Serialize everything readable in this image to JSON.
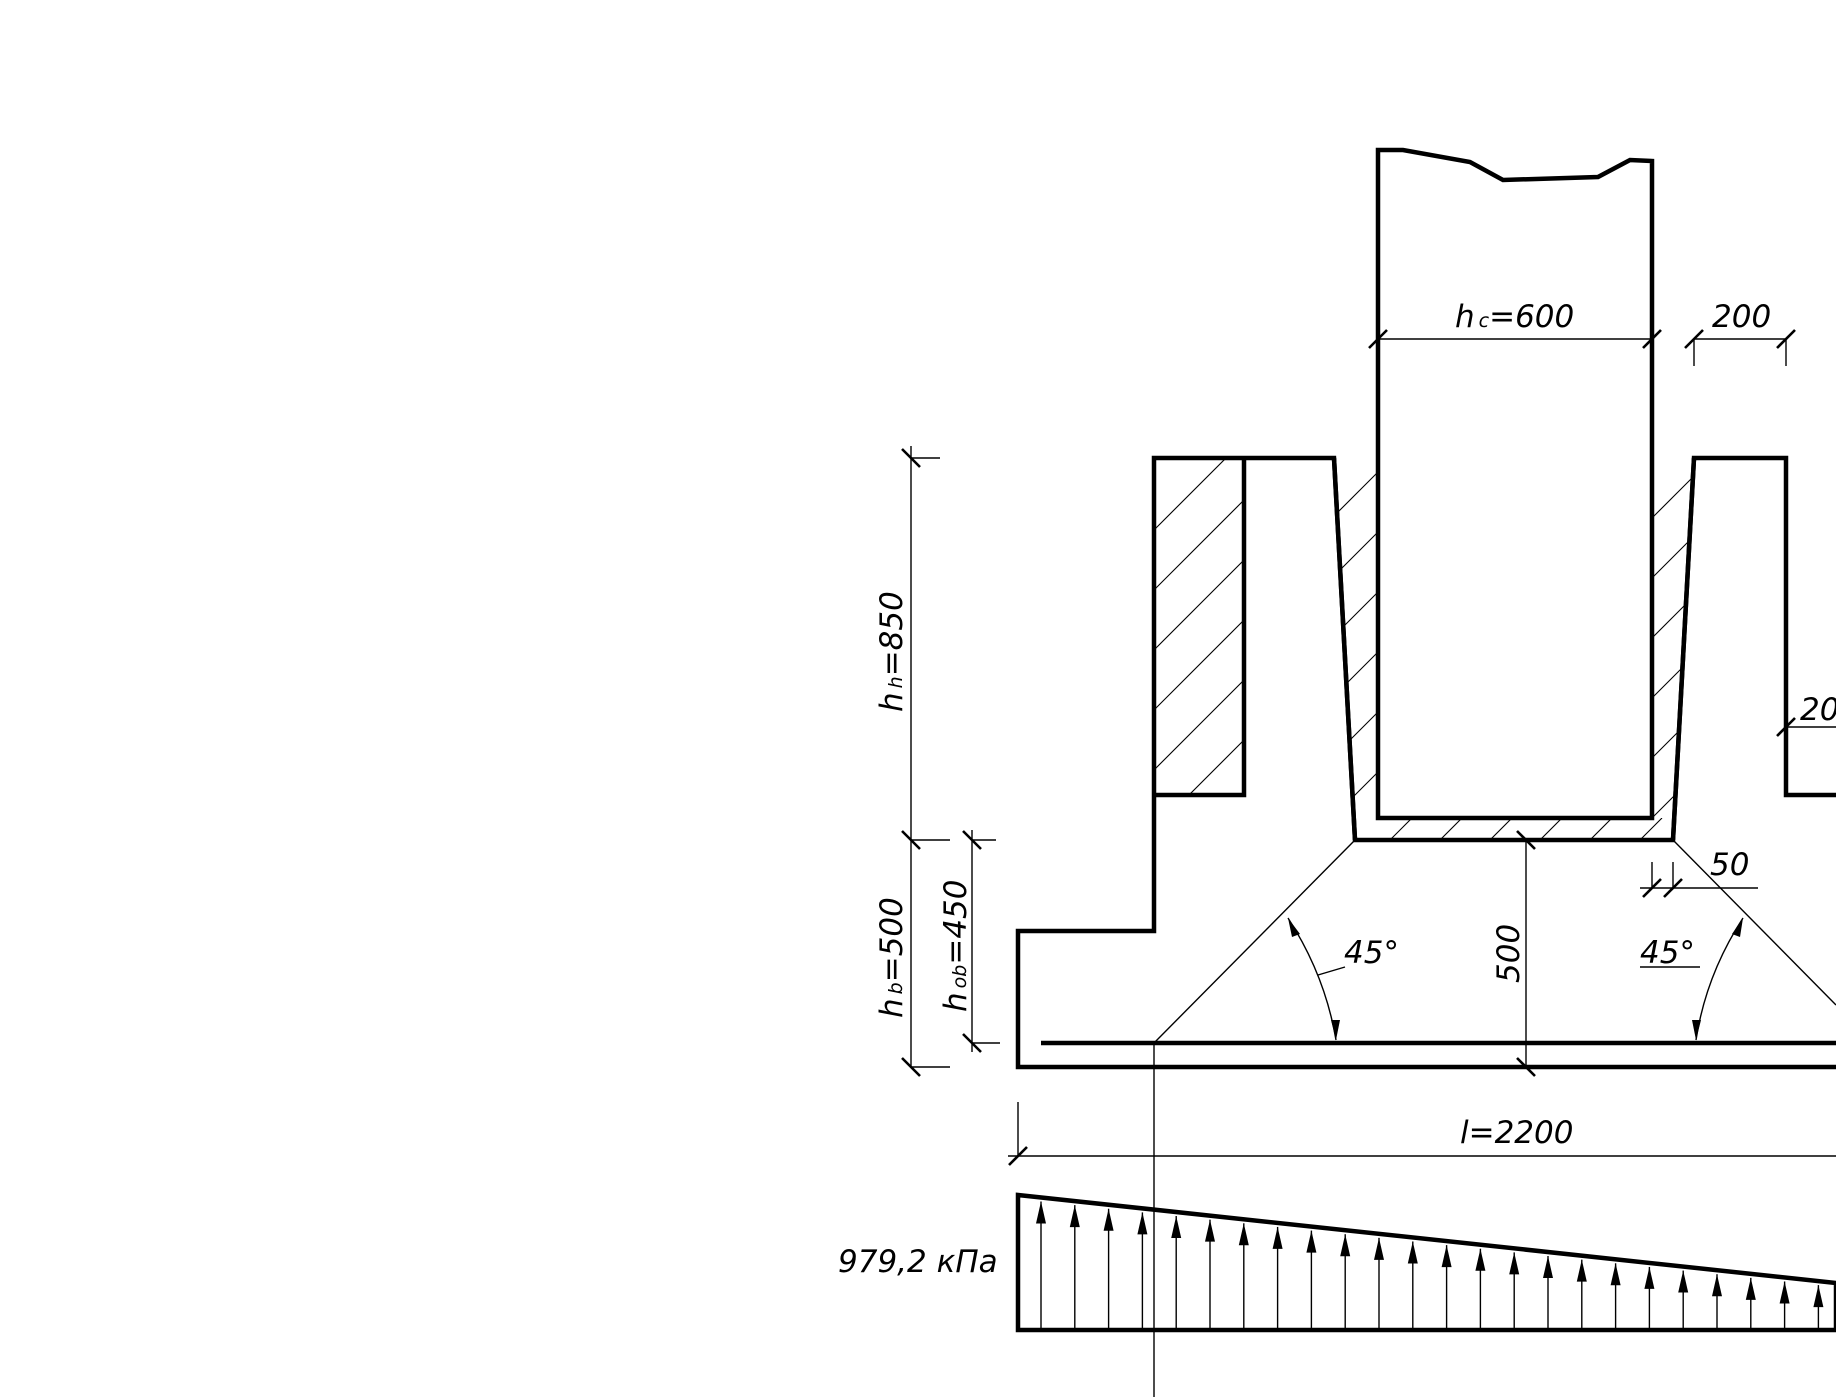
{
  "labels": {
    "hc": "h",
    "hc_sub": "c",
    "hc_val": "=600",
    "cup_wall_top": "200",
    "cup_wall_side": "20",
    "hh": "h",
    "hh_sub": "h",
    "hh_val": "=850",
    "hb": "h",
    "hb_sub": "b",
    "hb_val": "=500",
    "hob": "h",
    "hob_sub": "ob",
    "hob_val": "=450",
    "depth_500": "500",
    "gap_50": "50",
    "angle_left": "45°",
    "angle_right": "45°",
    "base_length": "l=2200",
    "pressure": "979,2 кПа"
  },
  "pressure_diagram": {
    "max_pressure": 979.2,
    "unit": "кПа",
    "arrow_count": 26
  }
}
